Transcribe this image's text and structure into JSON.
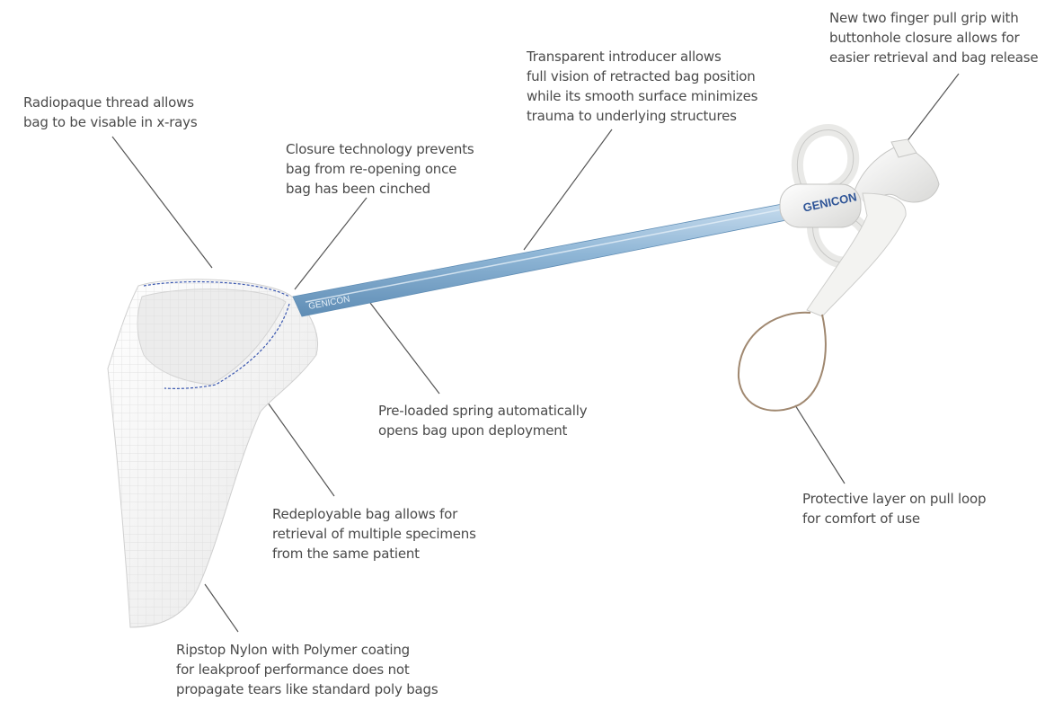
{
  "brand": {
    "logo_text": "GENICON",
    "shaft_text": "GENICON"
  },
  "colors": {
    "text": "#4a4a4a",
    "leader": "#555555",
    "shaft": "#8fb6d6",
    "handle": "#f0f0ee",
    "bag": "#f4f4f4",
    "radiopaque_thread": "#3a57b0",
    "pull_loop_wire": "#a08870"
  },
  "callouts": {
    "radiopaque": [
      "Radiopaque thread allows",
      "bag to be visable in x-rays"
    ],
    "closure": [
      "Closure technology prevents",
      "bag from re-opening once",
      "bag has been cinched"
    ],
    "introducer": [
      "Transparent introducer allows",
      "full vision of retracted bag position",
      "while its smooth surface minimizes",
      "trauma to underlying structures"
    ],
    "pull_grip": [
      "New two finger pull grip with",
      "buttonhole closure allows for",
      "easier retrieval and bag release"
    ],
    "spring": [
      "Pre-loaded spring automatically",
      "opens bag upon deployment"
    ],
    "redeployable": [
      "Redeployable bag allows for",
      "retrieval of multiple specimens",
      "from the same patient"
    ],
    "protective": [
      "Protective layer on pull loop",
      "for comfort of use"
    ],
    "ripstop": [
      "Ripstop Nylon with Polymer coating",
      "for leakproof performance does not",
      "propagate tears like standard poly bags"
    ]
  }
}
